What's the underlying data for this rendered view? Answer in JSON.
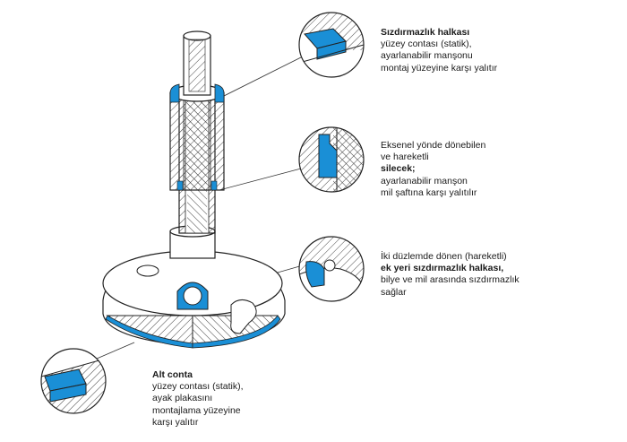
{
  "colors": {
    "seal_blue": "#1a8fd6",
    "line": "#222222",
    "hatch": "#444444",
    "background": "#ffffff"
  },
  "callouts": [
    {
      "id": "sealing-ring",
      "lines": [
        {
          "text": "Sızdırmazlık halkası",
          "bold": true
        },
        {
          "text": "yüzey contası (statik),",
          "bold": false
        },
        {
          "text": "ayarlanabilir manşonu",
          "bold": false
        },
        {
          "text": "montaj yüzeyine karşı yalıtır",
          "bold": false
        }
      ]
    },
    {
      "id": "wiper",
      "lines": [
        {
          "text": "Eksenel yönde dönebilen",
          "bold": false
        },
        {
          "text": "ve hareketli",
          "bold": false
        },
        {
          "text": "silecek;",
          "bold": true
        },
        {
          "text": "ayarlanabilir manşon",
          "bold": false
        },
        {
          "text": "mil şaftına karşı yalıtılır",
          "bold": false
        }
      ]
    },
    {
      "id": "joint-seal",
      "lines": [
        {
          "text": "İki düzlemde dönen (hareketli)",
          "bold": false
        },
        {
          "text": "ek yeri sızdırmazlık halkası,",
          "bold": true
        },
        {
          "text": "bilye ve mil arasında sızdırmazlık",
          "bold": false
        },
        {
          "text": "sağlar",
          "bold": false
        }
      ]
    },
    {
      "id": "base-seal",
      "lines": [
        {
          "text": "Alt conta",
          "bold": true
        },
        {
          "text": "yüzey contası (statik),",
          "bold": false
        },
        {
          "text": "ayak plakasını",
          "bold": false
        },
        {
          "text": "montajlama yüzeyine",
          "bold": false
        },
        {
          "text": "karşı yalıtır",
          "bold": false
        }
      ]
    }
  ]
}
